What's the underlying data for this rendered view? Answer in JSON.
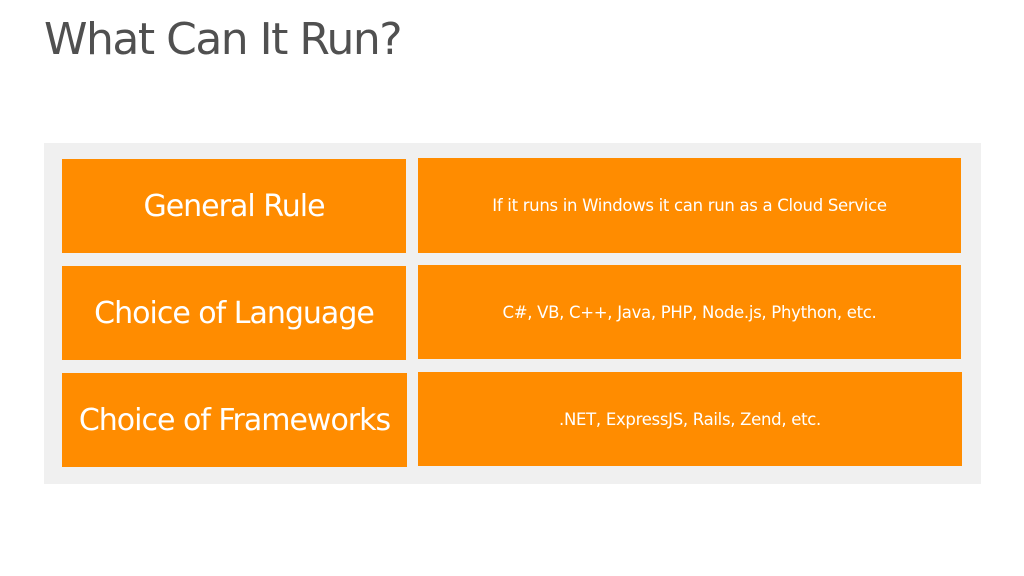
{
  "title": "What Can It Run?",
  "rows": [
    {
      "label": "General Rule",
      "description": "If it runs in Windows it can run as a Cloud Service"
    },
    {
      "label": "Choice of Language",
      "description": "C#, VB, C++, Java, PHP, Node.js, Phython, etc."
    },
    {
      "label": "Choice of Frameworks",
      "description": ".NET, ExpressJS, Rails, Zend, etc."
    }
  ],
  "colors": {
    "accent": "#ff8c00",
    "panel_background": "#f0f0f0",
    "title_text": "#505050",
    "cell_text": "#ffffff"
  }
}
